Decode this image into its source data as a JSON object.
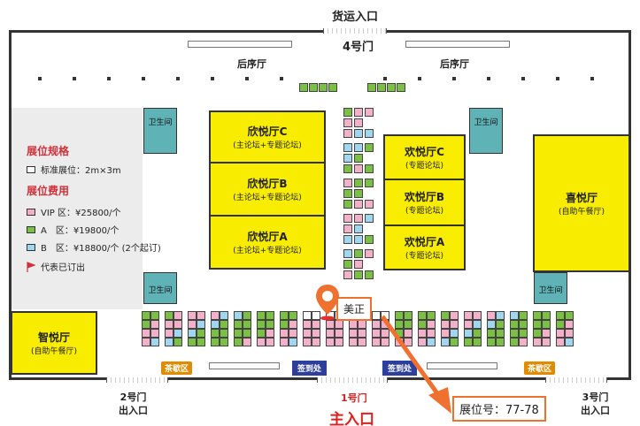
{
  "entrances": {
    "freight": "货运入口",
    "gate4": "4号门",
    "gate2": [
      "2号门",
      "出入口"
    ],
    "gate1": "1号门",
    "main": "主入口",
    "gate3": [
      "3号门",
      "出入口"
    ]
  },
  "rear_halls": [
    "后序厅",
    "后序厅"
  ],
  "halls": {
    "xinyue_c": {
      "name": "欣悦厅C",
      "sub": "(主论坛+专题论坛)"
    },
    "xinyue_b": {
      "name": "欣悦厅B",
      "sub": "(主论坛+专题论坛)"
    },
    "xinyue_a": {
      "name": "欣悦厅A",
      "sub": "(主论坛+专题论坛)"
    },
    "huanyue_c": {
      "name": "欢悦厅C",
      "sub": "(专题论坛)"
    },
    "huanyue_b": {
      "name": "欢悦厅B",
      "sub": "(专题论坛)"
    },
    "huanyue_a": {
      "name": "欢悦厅A",
      "sub": "(专题论坛)"
    },
    "xiyue": {
      "name": "喜悦厅",
      "sub": "(自助午餐厅)"
    },
    "zhiyue": {
      "name": "智悦厅",
      "sub": "(自助午餐厅)"
    }
  },
  "restroom": "卫生间",
  "legend": {
    "spec_title": "展位规格",
    "spec_item": "标准展位：2m×3m",
    "fee_title": "展位费用",
    "vip": "VIP 区：¥25800/个",
    "a": "A　区：¥19800/个",
    "b": "B　区：¥18800/个 (2个起订)",
    "booked": "代表已订出"
  },
  "tea_break": "茶歇区",
  "signin": "签到处",
  "callout_company": "美正",
  "callout_booth": "展位号：77-78",
  "colors": {
    "hall_yellow": "#f8ec00",
    "restroom_teal": "#5fb3b7",
    "vip_pink": "#f4b0c8",
    "zone_a_green": "#7ac143",
    "zone_b_blue": "#9fd6f0",
    "highlight_orange": "#f07030",
    "main_entrance_red": "#e02020"
  }
}
